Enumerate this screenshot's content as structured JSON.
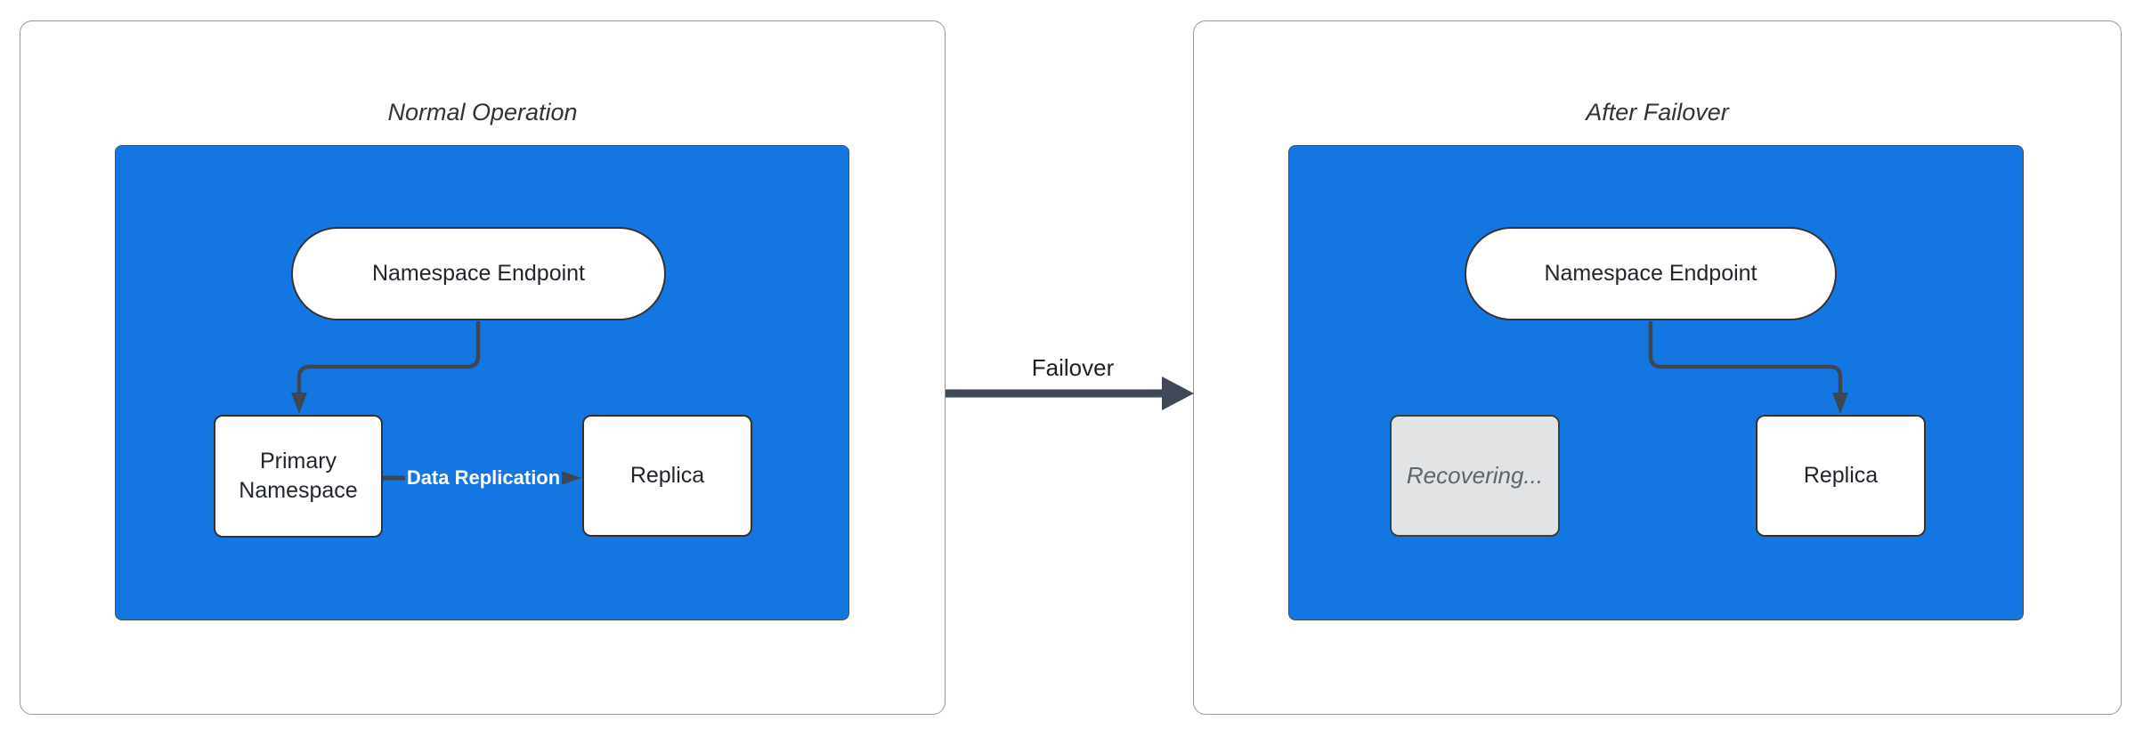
{
  "left": {
    "title": "Normal Operation",
    "nodes": {
      "endpoint": "Namespace Endpoint",
      "primary": "Primary\nNamespace",
      "replica": "Replica"
    },
    "edges": {
      "replication": "Data Replication"
    }
  },
  "right": {
    "title": "After Failover",
    "nodes": {
      "endpoint": "Namespace Endpoint",
      "recovering": "Recovering...",
      "replica": "Replica"
    }
  },
  "failover": {
    "label": "Failover"
  },
  "colors": {
    "cluster_fill": "#1476e0",
    "edge_stroke": "#3d4653",
    "node_border": "#333333",
    "node_fill": "#ffffff",
    "recovering_fill": "#e2e3e5",
    "recovering_text": "#5b6470",
    "edge_label_text": "#ffffff",
    "title_text": "#333333",
    "panel_border": "#979797"
  }
}
